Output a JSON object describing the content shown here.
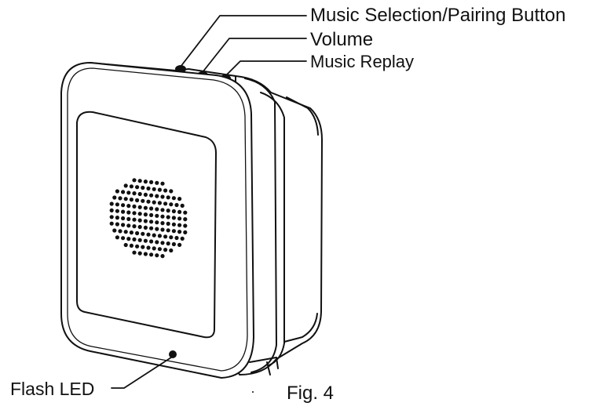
{
  "labels": {
    "music_selection": "Music Selection/Pairing Button",
    "volume": "Volume",
    "music_replay": "Music Replay",
    "flash_led": "Flash LED",
    "figure_caption": "Fig. 4"
  },
  "speaker_grille": {
    "rows": [
      6,
      9,
      12,
      13,
      14,
      14,
      14,
      14,
      13,
      12,
      9,
      6
    ]
  },
  "colors": {
    "ink": "#111111",
    "background": "#ffffff"
  }
}
